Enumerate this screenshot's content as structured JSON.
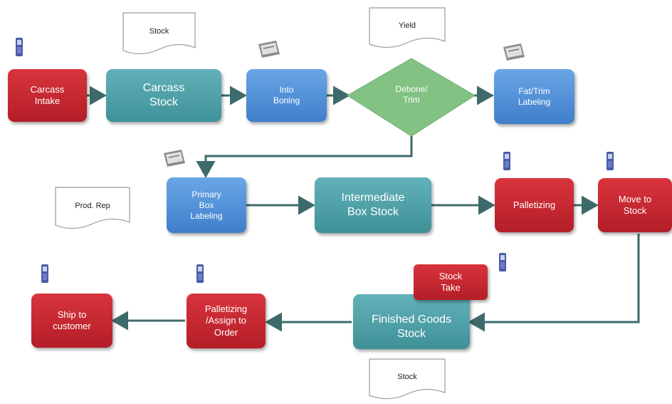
{
  "colors": {
    "red": "#c4252f",
    "teal": "#4aa1a8",
    "blue": "#4f8fd9",
    "green": "#82c283",
    "connector": "#3d6b6b"
  },
  "nodes": {
    "carcass_intake": "Carcass\nIntake",
    "carcass_stock": "Carcass\nStock",
    "into_boning": "Into\nBoning",
    "debone_trim": "Debone/\nTrim",
    "fat_trim_labeling": "Fat/Trim\nLabeling",
    "primary_box_labeling": "Primary\nBox\nLabeling",
    "intermediate_box_stock": "Intermediate\nBox Stock",
    "palletizing": "Palletizing",
    "move_to_stock": "Move to\nStock",
    "finished_goods_stock": "Finished Goods\nStock",
    "stock_take": "Stock\nTake",
    "palletizing_assign": "Palletizing\n/Assign to\nOrder",
    "ship_to_customer": "Ship to\ncustomer"
  },
  "documents": {
    "stock_top": "Stock",
    "yield": "Yield",
    "prod_rep": "Prod. Rep",
    "stock_bottom": "Stock"
  },
  "icons": {
    "handheld": "handheld-scanner-icon",
    "printer": "label-printer-icon"
  }
}
